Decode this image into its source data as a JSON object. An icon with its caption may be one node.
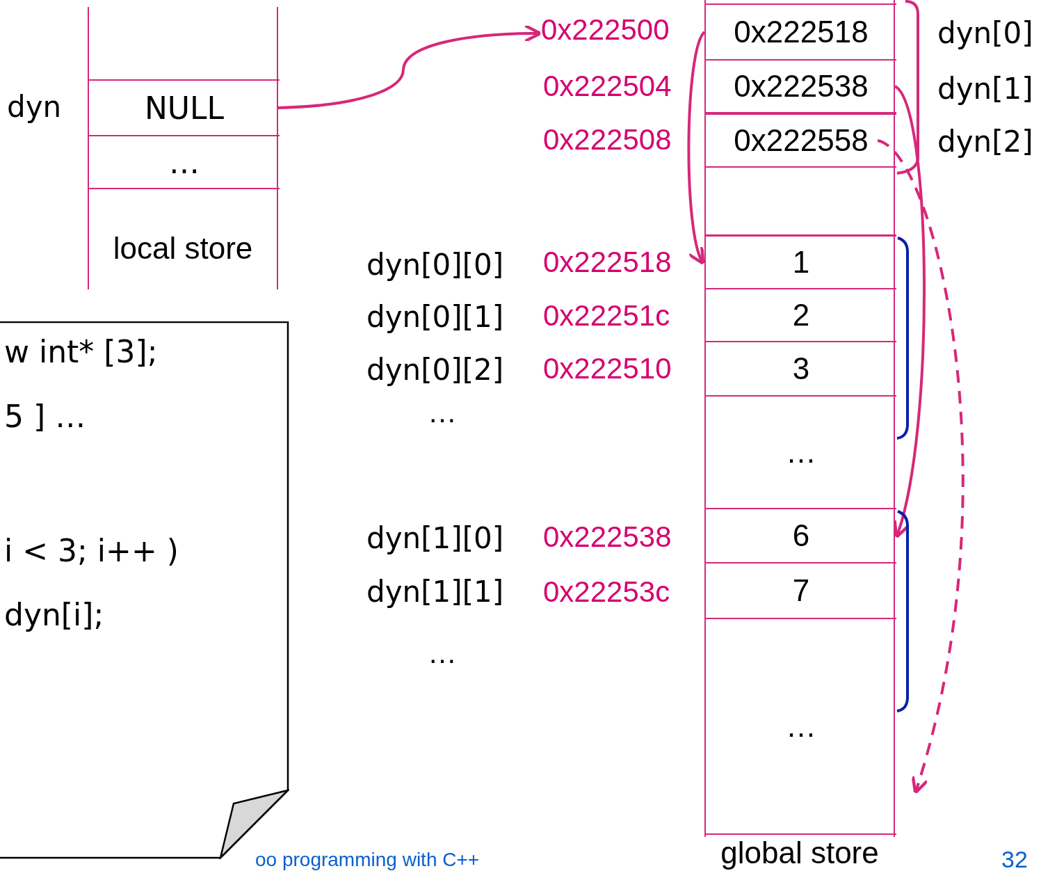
{
  "diagram": {
    "nodes": [
      {
        "text": [
          "local store"
        ]
      },
      {
        "text": [
          "NULL"
        ],
        "in": 0,
        "beside": [
          "dyn"
        ]
      },
      {
        "text": [
          "…"
        ],
        "in": 0
      },
      {
        "text": [
          "w int* [3];",
          "5 ] …",
          "i < 3; i++ )",
          "dyn[i];"
        ]
      },
      {
        "text": [
          "global store"
        ]
      },
      {
        "text": [
          "0x222500"
        ]
      },
      {
        "text": [
          "0x222518"
        ],
        "in": 4,
        "beside": [
          "dyn[0]"
        ]
      },
      {
        "text": [
          "0x222538"
        ],
        "in": 4,
        "beside": [
          "0x222504",
          "dyn[1]"
        ]
      },
      {
        "text": [
          "0x222558"
        ],
        "in": 4,
        "beside": [
          "0x222508",
          "dyn[2]"
        ]
      },
      {
        "text": [],
        "shape": "box",
        "in": 4
      },
      {
        "text": [
          "1"
        ],
        "in": 4,
        "beside": [
          "dyn[0][0]",
          "0x222518"
        ]
      },
      {
        "text": [
          "2"
        ],
        "in": 4,
        "beside": [
          "dyn[0][1]",
          "0x22251c"
        ]
      },
      {
        "text": [
          "3"
        ],
        "in": 4,
        "beside": [
          "dyn[0][2]",
          "0x222510"
        ]
      },
      {
        "text": [
          "…"
        ],
        "in": 4
      },
      {
        "text": [
          "6"
        ],
        "in": 4,
        "beside": [
          "dyn[1][0]",
          "0x222538"
        ]
      },
      {
        "text": [
          "7"
        ],
        "in": 4,
        "beside": [
          "dyn[1][1]",
          "0x22253c"
        ]
      },
      {
        "text": [
          "…"
        ],
        "in": 4
      }
    ],
    "edges": [
      {
        "from": 1,
        "to": 5,
        "arrow": "to"
      },
      {
        "from": 6,
        "to": 10,
        "arrow": "to"
      },
      {
        "from": 7,
        "to": 14,
        "arrow": "to"
      },
      {
        "from": 8,
        "to": 16,
        "arrow": "to",
        "style": "dashed"
      }
    ],
    "labels": [
      "…",
      "…",
      "oo programming with C++",
      "32"
    ]
  }
}
